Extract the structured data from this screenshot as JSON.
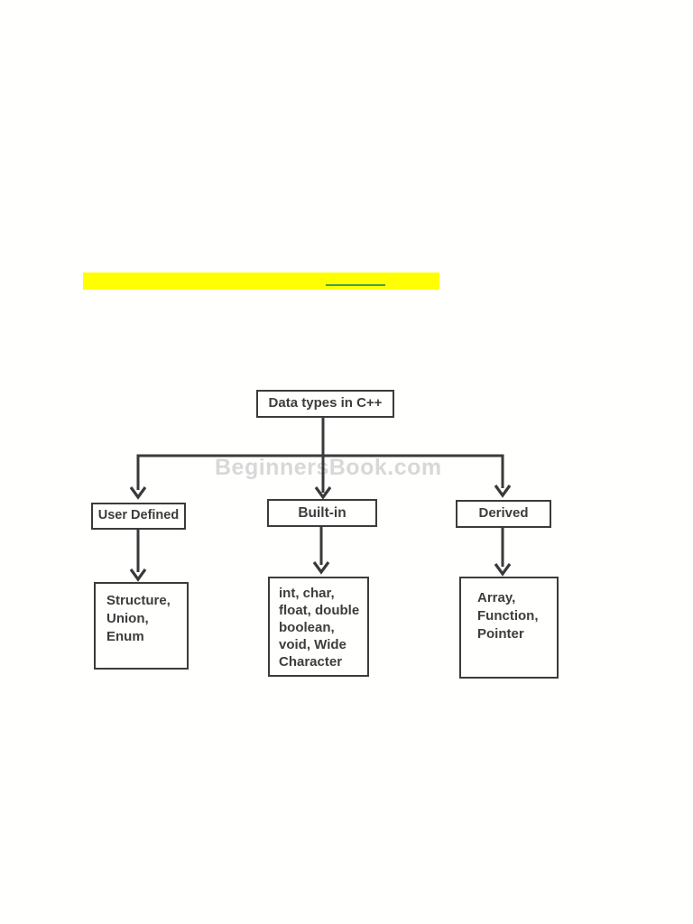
{
  "page": {
    "background_color": "#ffffff"
  },
  "highlight": {
    "bar_color": "#ffff00",
    "link_underline_color": "#3da152"
  },
  "watermark": {
    "text": "BeginnersBook.com",
    "color": "#d8d8d8"
  },
  "diagram": {
    "type": "flowchart-tree",
    "line_color": "#3a3a3a",
    "box_border_color": "#3b3b3b",
    "text_color": "#3d3d3d",
    "root_label": "Data types in C++",
    "level2": [
      {
        "label": "User Defined"
      },
      {
        "label": "Built-in"
      },
      {
        "label": "Derived"
      }
    ],
    "level3": [
      {
        "text": "Structure,\nUnion,\nEnum"
      },
      {
        "text": "int, char,\nfloat, double\nboolean,\nvoid, Wide\nCharacter"
      },
      {
        "text": "Array,\nFunction,\nPointer"
      }
    ]
  }
}
